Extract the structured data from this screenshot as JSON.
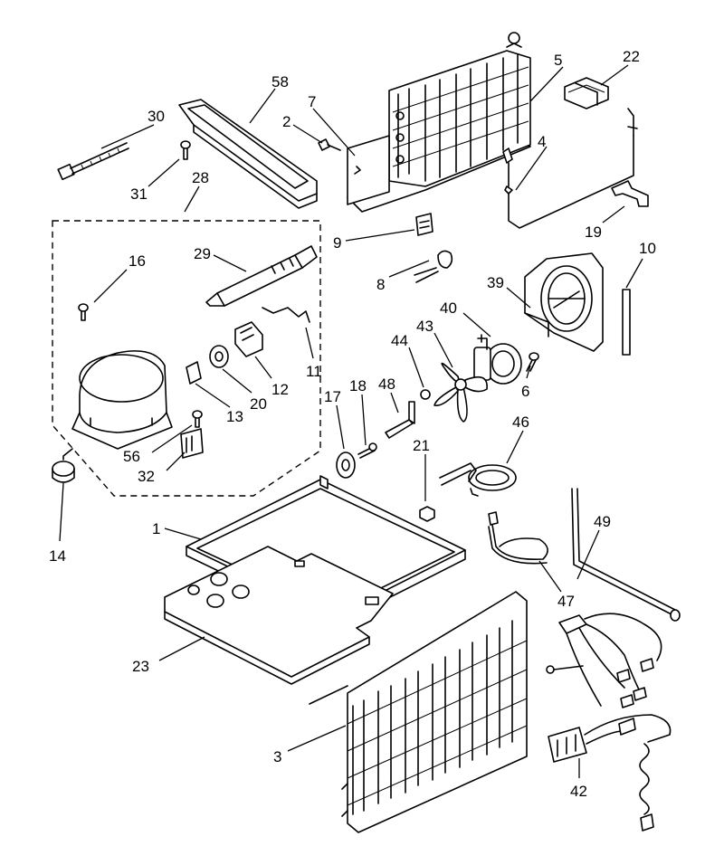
{
  "callouts": [
    {
      "id": "c30",
      "text": "30"
    },
    {
      "id": "c58",
      "text": "58"
    },
    {
      "id": "c7",
      "text": "7"
    },
    {
      "id": "c2",
      "text": "2"
    },
    {
      "id": "c5",
      "text": "5"
    },
    {
      "id": "c22",
      "text": "22"
    },
    {
      "id": "c4",
      "text": "4"
    },
    {
      "id": "c31",
      "text": "31"
    },
    {
      "id": "c28",
      "text": "28"
    },
    {
      "id": "c9",
      "text": "9"
    },
    {
      "id": "c19",
      "text": "19"
    },
    {
      "id": "c29",
      "text": "29"
    },
    {
      "id": "c16",
      "text": "16"
    },
    {
      "id": "c8",
      "text": "8"
    },
    {
      "id": "c10",
      "text": "10"
    },
    {
      "id": "c39",
      "text": "39"
    },
    {
      "id": "c40",
      "text": "40"
    },
    {
      "id": "c43",
      "text": "43"
    },
    {
      "id": "c44",
      "text": "44"
    },
    {
      "id": "c11",
      "text": "11"
    },
    {
      "id": "c12",
      "text": "12"
    },
    {
      "id": "c20",
      "text": "20"
    },
    {
      "id": "c13",
      "text": "13"
    },
    {
      "id": "c6",
      "text": "6"
    },
    {
      "id": "c17",
      "text": "17"
    },
    {
      "id": "c18",
      "text": "18"
    },
    {
      "id": "c48",
      "text": "48"
    },
    {
      "id": "c46",
      "text": "46"
    },
    {
      "id": "c56",
      "text": "56"
    },
    {
      "id": "c32",
      "text": "32"
    },
    {
      "id": "c21",
      "text": "21"
    },
    {
      "id": "c14",
      "text": "14"
    },
    {
      "id": "c1",
      "text": "1"
    },
    {
      "id": "c49",
      "text": "49"
    },
    {
      "id": "c47",
      "text": "47"
    },
    {
      "id": "c23",
      "text": "23"
    },
    {
      "id": "c3",
      "text": "3"
    },
    {
      "id": "c42",
      "text": "42"
    }
  ]
}
